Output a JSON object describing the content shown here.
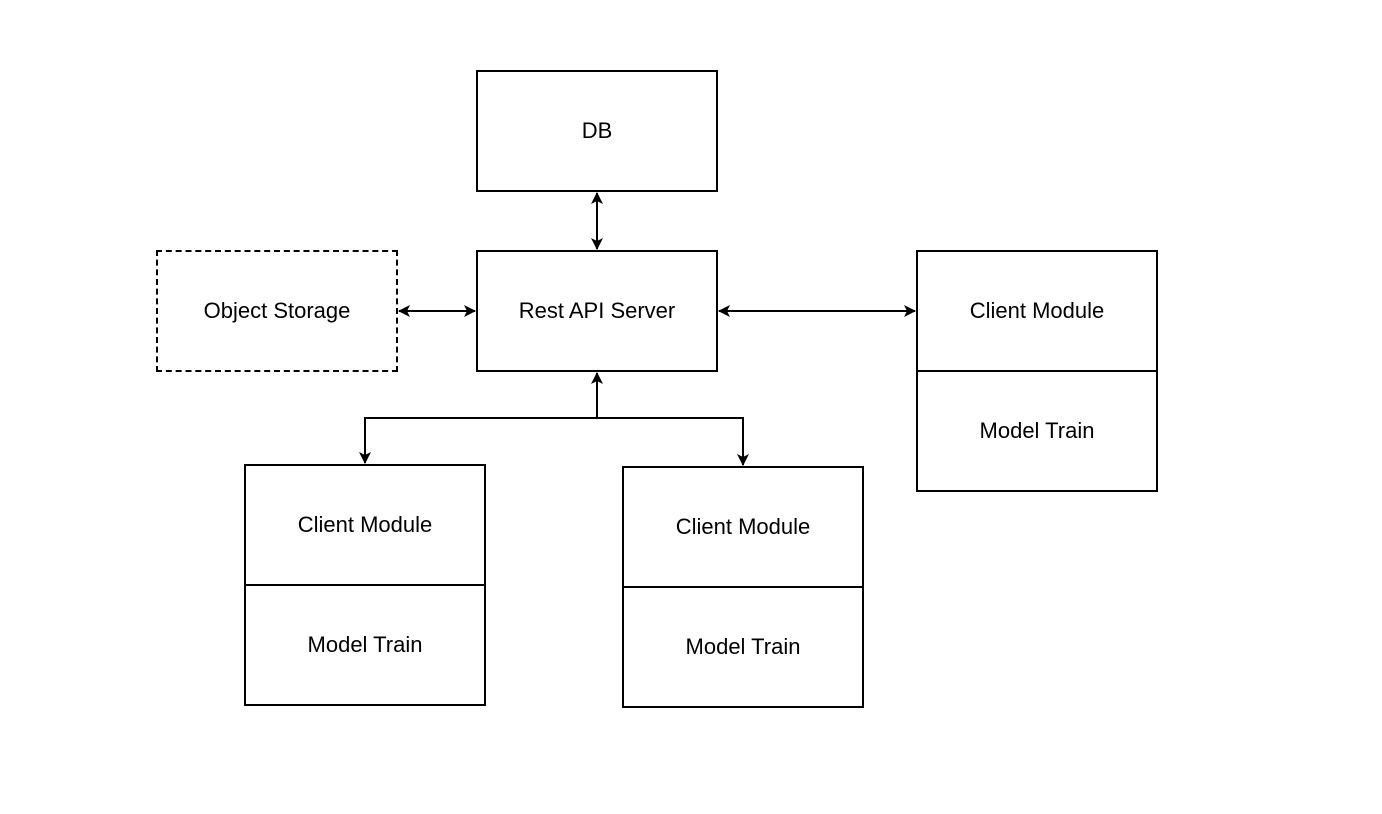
{
  "nodes": {
    "db": {
      "label": "DB"
    },
    "rest_api_server": {
      "label": "Rest API Server"
    },
    "object_storage": {
      "label": "Object Storage"
    },
    "client_right": {
      "top_label": "Client Module",
      "bottom_label": "Model Train"
    },
    "client_left": {
      "top_label": "Client Module",
      "bottom_label": "Model Train"
    },
    "client_middle": {
      "top_label": "Client Module",
      "bottom_label": "Model Train"
    }
  },
  "colors": {
    "stroke": "#000000",
    "background": "#ffffff"
  }
}
